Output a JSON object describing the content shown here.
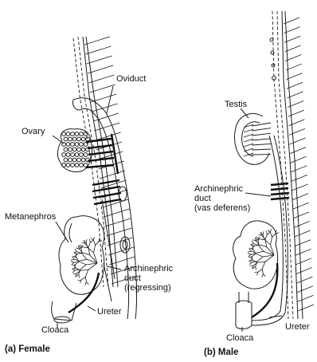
{
  "labels": {
    "oviduct": "Oviduct",
    "ovary": "Ovary",
    "metanephros": "Metanephros",
    "archinephric_female_1": "Archinephric",
    "archinephric_female_2": "duct",
    "archinephric_female_3": "(regressing)",
    "ureter_female": "Ureter",
    "cloaca_female": "Cloaca",
    "testis": "Testis",
    "archinephric_male_1": "Archinephric",
    "archinephric_male_2": "duct",
    "archinephric_male_3": "(vas deferens)",
    "ureter_male": "Ureter",
    "cloaca_male": "Cloaca"
  },
  "captions": {
    "female": "(a) Female",
    "male": "(b) Male"
  },
  "colors": {
    "ink": "#1a1a1a",
    "background": "#ffffff"
  }
}
